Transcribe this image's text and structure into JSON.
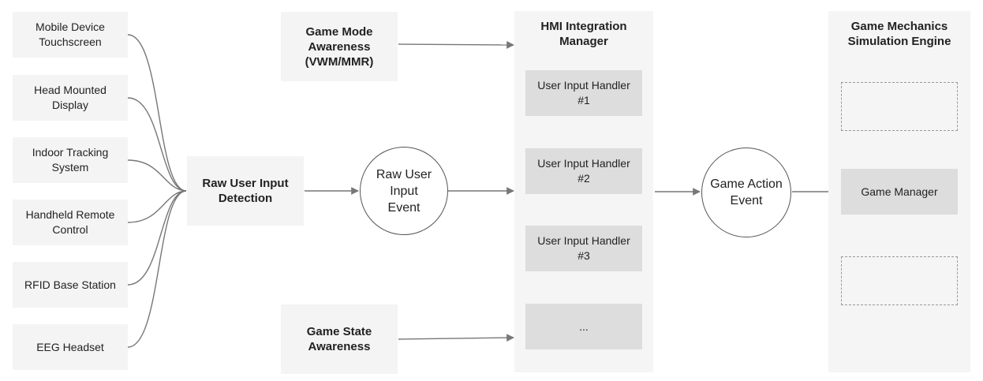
{
  "devices": [
    "Mobile Device\nTouchscreen",
    "Head Mounted\nDisplay",
    "Indoor Tracking\nSystem",
    "Handheld Remote\nControl",
    "RFID Base Station",
    "EEG Headset"
  ],
  "raw_detection": "Raw User Input\nDetection",
  "raw_event": "Raw User\nInput\nEvent",
  "game_mode": "Game Mode\nAwareness\n(VWM/MMR)",
  "game_state": "Game State\nAwareness",
  "hmi": {
    "title": "HMI Integration\nManager",
    "handlers": [
      "User Input Handler\n#1",
      "User Input Handler\n#2",
      "User Input Handler\n#3",
      "..."
    ]
  },
  "game_action": "Game Action\nEvent",
  "engine": {
    "title": "Game Mechanics\nSimulation Engine",
    "manager": "Game Manager"
  },
  "colors": {
    "box": "#f4f4f4",
    "handler": "#dddddd",
    "line": "#777777",
    "dash": "#999999"
  }
}
